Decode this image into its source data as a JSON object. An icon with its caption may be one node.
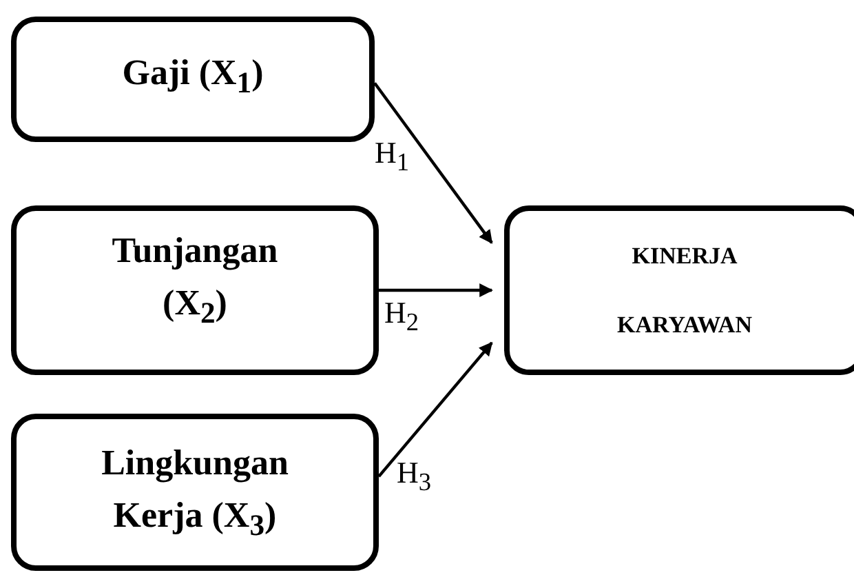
{
  "diagram": {
    "nodes": [
      {
        "text": [
          "Gaji (X$_{1}$)"
        ]
      },
      {
        "text": [
          "Tunjangan (X$_{2}$)"
        ]
      },
      {
        "text": [
          "Lingkungan Kerja (X$_{3}$)"
        ]
      },
      {
        "text": [
          "KINERJA KARYAWAN"
        ]
      }
    ],
    "edges": [
      {
        "from": 0,
        "to": 3,
        "arrow": "to",
        "label": "H$_{1}$"
      },
      {
        "from": 1,
        "to": 3,
        "arrow": "to",
        "label": "H$_{2}$"
      },
      {
        "from": 2,
        "to": 3,
        "arrow": "to",
        "label": "H$_{3}$"
      }
    ]
  }
}
